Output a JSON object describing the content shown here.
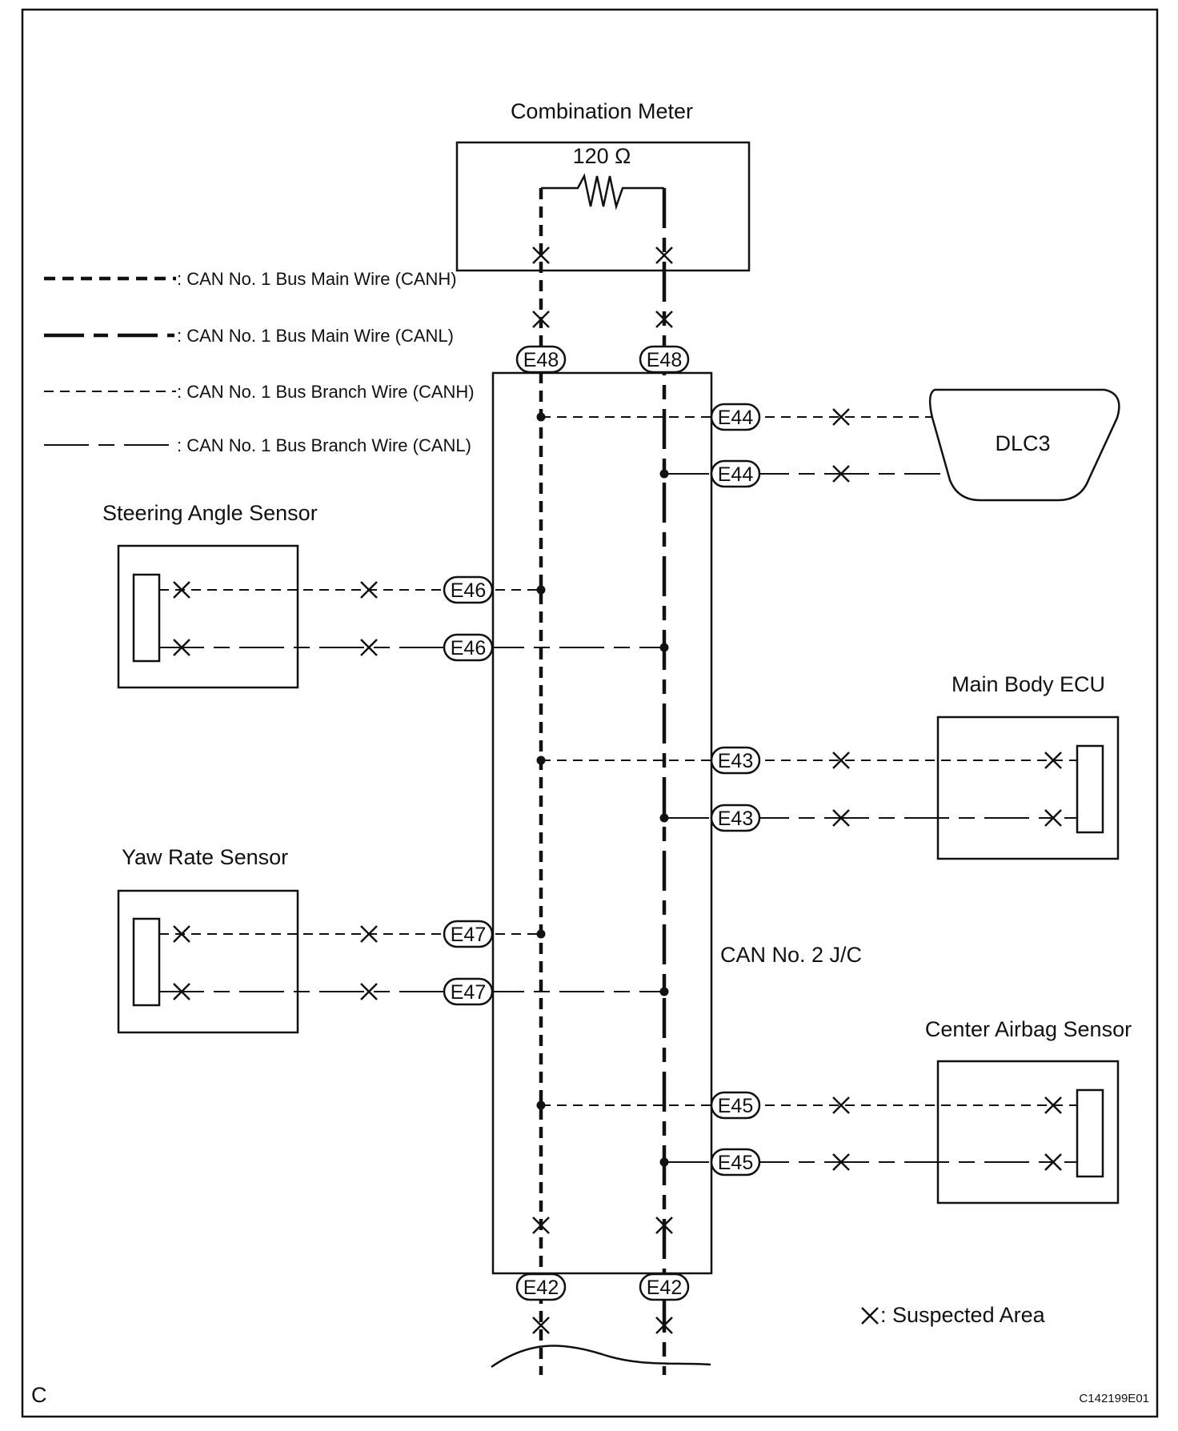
{
  "labels": {
    "combination_meter": "Combination Meter",
    "resistor": "120 Ω",
    "dlc3": "DLC3",
    "steering_angle_sensor": "Steering Angle Sensor",
    "main_body_ecu": "Main Body ECU",
    "yaw_rate_sensor": "Yaw Rate Sensor",
    "junction": "CAN No. 2 J/C",
    "center_airbag_sensor": "Center Airbag Sensor",
    "suspected_area": ": Suspected Area",
    "corner": "C",
    "figure_id": "C142199E01"
  },
  "legend": {
    "main_canh": ": CAN No. 1 Bus Main Wire (CANH)",
    "main_canl": ": CAN No. 1 Bus Main Wire (CANL)",
    "branch_canh": ": CAN No. 1 Bus Branch Wire (CANH)",
    "branch_canl": ": CAN No. 1 Bus Branch Wire (CANL)"
  },
  "connectors": {
    "e48_h": "E48",
    "e48_l": "E48",
    "e44_h": "E44",
    "e44_l": "E44",
    "e46_h": "E46",
    "e46_l": "E46",
    "e43_h": "E43",
    "e43_l": "E43",
    "e47_h": "E47",
    "e47_l": "E47",
    "e45_h": "E45",
    "e45_l": "E45",
    "e42_h": "E42",
    "e42_l": "E42"
  }
}
